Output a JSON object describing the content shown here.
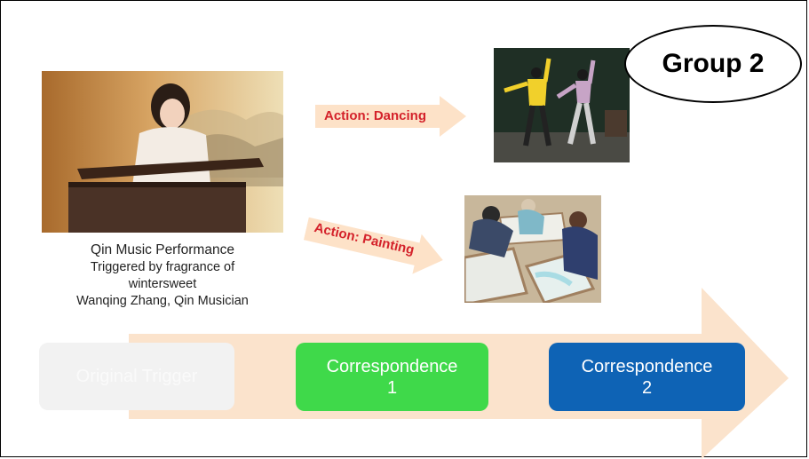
{
  "group_label": "Group 2",
  "source": {
    "caption_title": "Qin Music Performance",
    "caption_trigger": "Triggered by fragrance of wintersweet",
    "caption_credit": "Wanqing Zhang, Qin Musician"
  },
  "actions": [
    {
      "label": "Action: Dancing"
    },
    {
      "label": "Action: Painting"
    }
  ],
  "stages": [
    {
      "label": "Original Trigger",
      "color": "#f2f2f2"
    },
    {
      "label": "Correspondence\n1",
      "color": "#3fd94a"
    },
    {
      "label": "Correspondence\n2",
      "color": "#0e63b5"
    }
  ],
  "colors": {
    "arrow_fill": "#fbe3cc",
    "action_arrow_fill": "#fde2c8",
    "action_text": "#d4222b"
  }
}
